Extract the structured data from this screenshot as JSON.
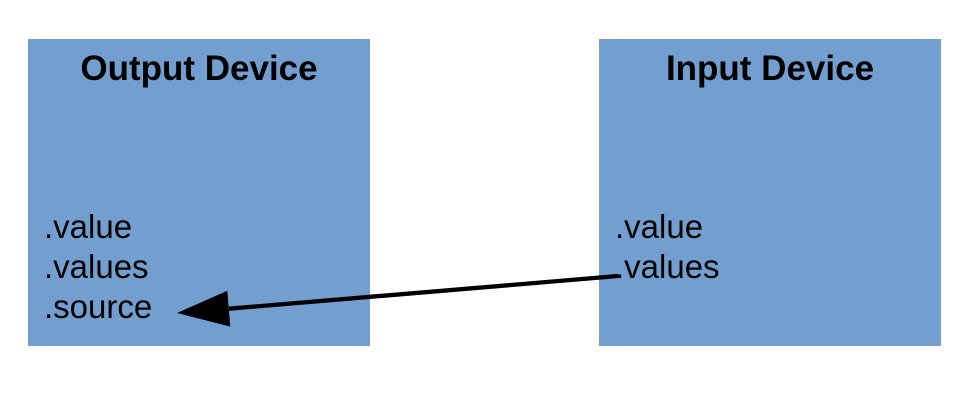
{
  "output_device": {
    "title": "Output Device",
    "properties": [
      ".value",
      ".values",
      ".source"
    ]
  },
  "input_device": {
    "title": "Input Device",
    "properties": [
      ".value",
      ".values"
    ]
  },
  "arrow": {
    "from": "Input Device .values",
    "to": "Output Device .source",
    "direction": "right-to-left"
  },
  "colors": {
    "box_fill": "#729FCF",
    "text": "#000000",
    "arrow": "#000000"
  }
}
